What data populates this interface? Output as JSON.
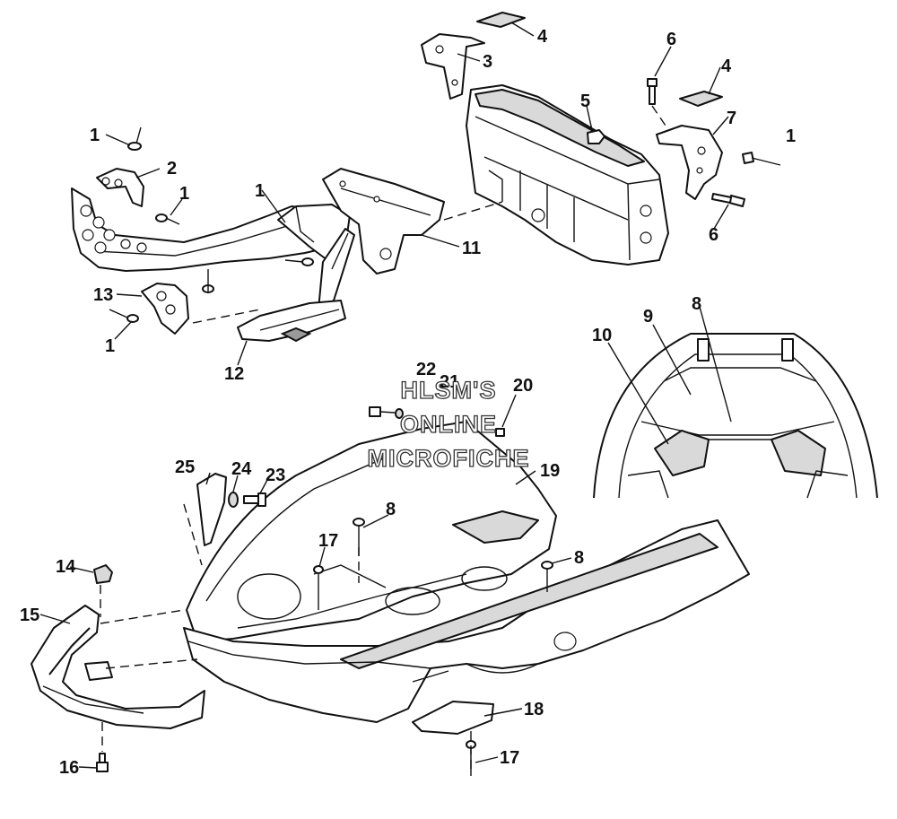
{
  "watermark": {
    "line1": "HLSM'S",
    "line2": "ONLINE",
    "line3": "MICROFICHE"
  },
  "callouts": {
    "c1a": "1",
    "c1b": "1",
    "c1c": "1",
    "c1d": "1",
    "c1e": "1",
    "c2": "2",
    "c3": "3",
    "c4a": "4",
    "c4b": "4",
    "c5": "5",
    "c6a": "6",
    "c6b": "6",
    "c7": "7",
    "c8a": "8",
    "c8b": "8",
    "c8c": "8",
    "c9": "9",
    "c10": "10",
    "c11": "11",
    "c12": "12",
    "c13": "13",
    "c14": "14",
    "c15": "15",
    "c16": "16",
    "c17a": "17",
    "c17b": "17",
    "c18": "18",
    "c19": "19",
    "c20": "20",
    "c21": "21",
    "c22": "22",
    "c23": "23",
    "c24": "24",
    "c25": "25"
  }
}
